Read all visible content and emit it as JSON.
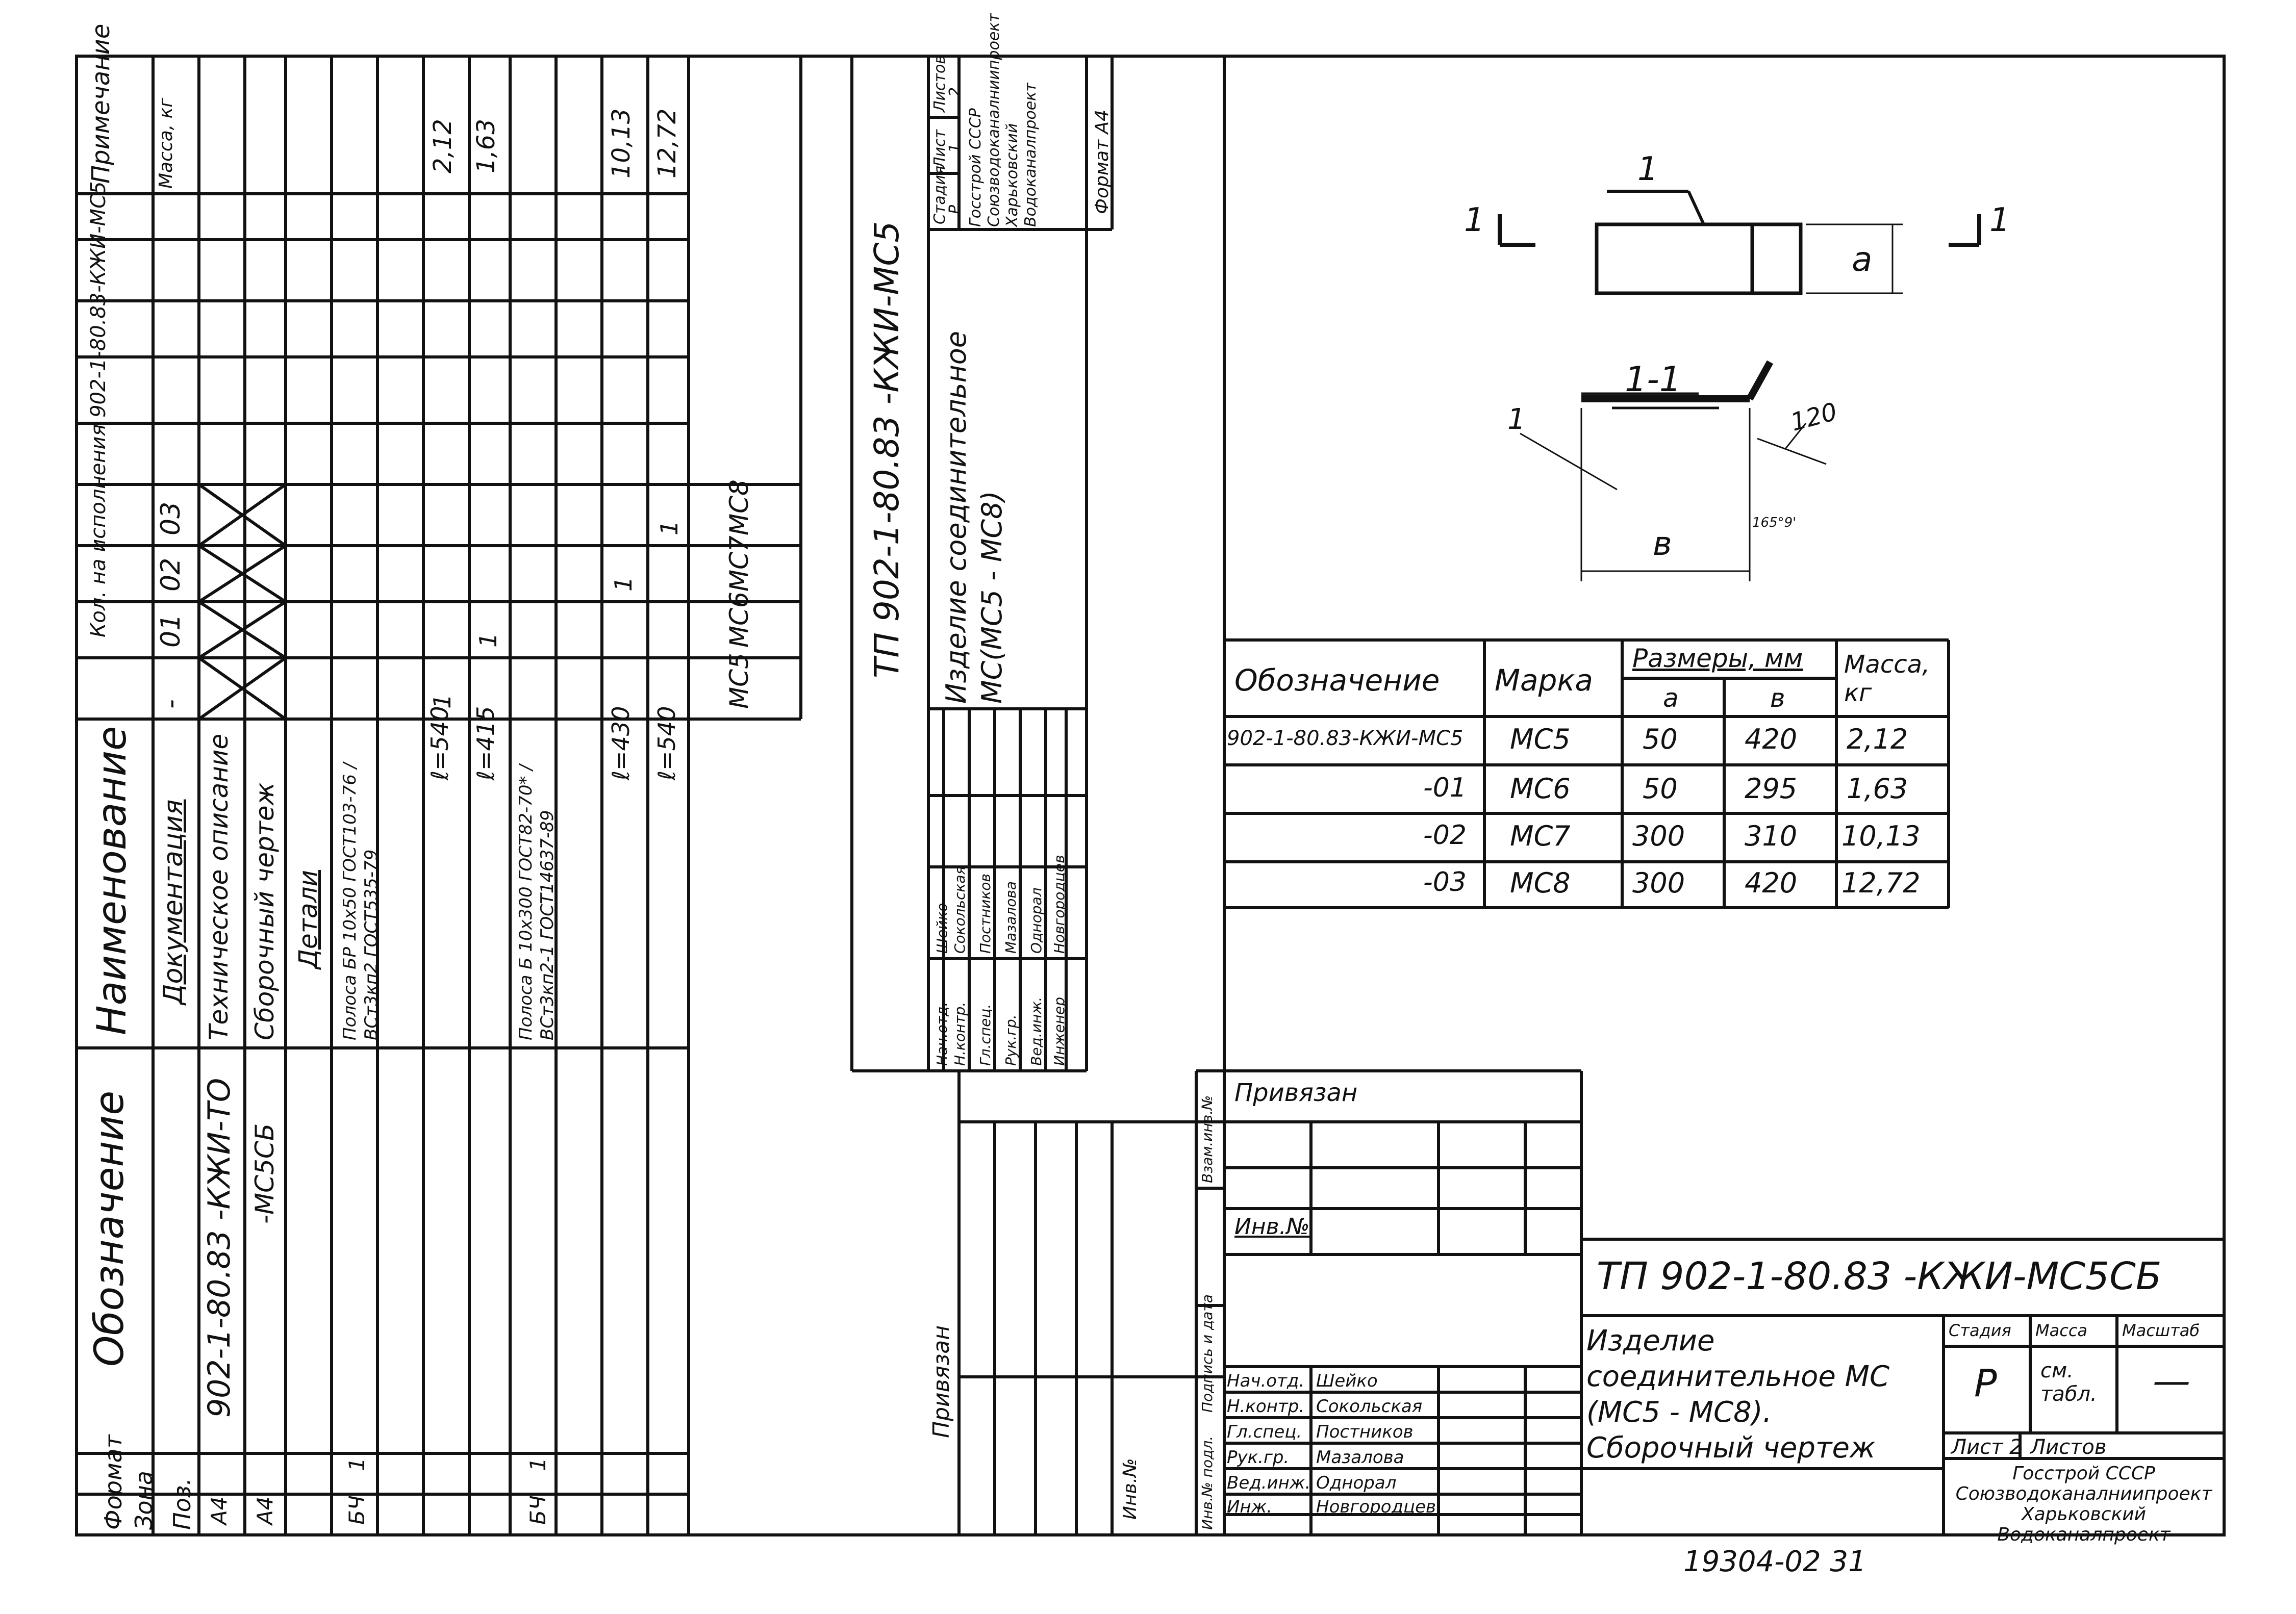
{
  "spec": {
    "headers": {
      "format": "Формат",
      "zone": "Зона",
      "pos": "Поз.",
      "designation": "Обозначение",
      "name": "Наименование",
      "qty_on_exec": "Кол. на исполнения 902-1-80.83-КЖИ-МС5",
      "note": "Примечание"
    },
    "exec_codes": [
      "-",
      "01",
      "02",
      "03"
    ],
    "rows": [
      {
        "format": "",
        "designation": "",
        "name": "Документация",
        "qty": [
          "",
          "",
          "",
          ""
        ],
        "note": "Масса, кг"
      },
      {
        "format": "А4",
        "designation": "902-1-80.83 -КЖИ-ТО",
        "name": "Техническое описание",
        "qty": [
          "",
          "",
          "",
          ""
        ],
        "note": ""
      },
      {
        "format": "А4",
        "designation": "-МС5СБ",
        "name": "Сборочный чертеж",
        "qty": [
          "",
          "",
          "",
          ""
        ],
        "note": ""
      },
      {
        "format": "",
        "designation": "",
        "name": "Детали",
        "qty": [
          "",
          "",
          "",
          ""
        ],
        "note": ""
      },
      {
        "format": "БЧ",
        "pos": "1",
        "designation": "",
        "name": "Полоса БР 10х50 ГОСТ103-76 / ВСт3кп2 ГОСТ535-79",
        "qty": [
          "",
          "",
          "",
          ""
        ],
        "note": ""
      },
      {
        "format": "",
        "designation": "",
        "name": "ℓ=540",
        "qty": [
          "1",
          "",
          "",
          ""
        ],
        "note": "2,12"
      },
      {
        "format": "",
        "designation": "",
        "name": "ℓ=415",
        "qty": [
          "",
          "1",
          "",
          ""
        ],
        "note": "1,63"
      },
      {
        "format": "БЧ",
        "pos": "1",
        "designation": "",
        "name": "Полоса Б 10х300 ГОСТ82-70* / ВСт3кп2-1 ГОСТ14637-89",
        "qty": [
          "",
          "",
          "",
          ""
        ],
        "note": ""
      },
      {
        "format": "",
        "designation": "",
        "name": "ℓ=430",
        "qty": [
          "",
          "",
          "1",
          ""
        ],
        "note": "10,13"
      },
      {
        "format": "",
        "designation": "",
        "name": "ℓ=540",
        "qty": [
          "",
          "",
          "",
          "1"
        ],
        "note": "12,72"
      }
    ],
    "marks": [
      "МС5",
      "МС6",
      "МС7",
      "МС8"
    ]
  },
  "left_stamp": {
    "code": "ТП 902-1-80.83   -КЖИ-МС5",
    "title": "Изделие соединительное МС(МС5 - МС8)",
    "stage_hdr": "Стадия",
    "sheet_hdr": "Лист",
    "sheets_hdr": "Листов",
    "stage": "Р",
    "sheet": "1",
    "sheets": "2",
    "org": "Госстрой СССР Союзводоканалниипроект Харьковский Водоканалпроект",
    "format": "Формат А4",
    "privyazan": "Привязан",
    "inv": "Инв.№",
    "signers": [
      {
        "role": "Нач.отд.",
        "name": "Шейко"
      },
      {
        "role": "Н.контр.",
        "name": "Сокольская"
      },
      {
        "role": "Гл.спец.",
        "name": "Постников"
      },
      {
        "role": "Рук.гр.",
        "name": "Мазалова"
      },
      {
        "role": "Вед.инж.",
        "name": "Однорал"
      },
      {
        "role": "Инженер",
        "name": "Новгородцев"
      }
    ]
  },
  "drawing": {
    "pos_label": "1",
    "section_mark": "1",
    "section_title": "1-1",
    "dim_a": "а",
    "dim_b": "в",
    "dim_120": "120",
    "angle": "165°9'"
  },
  "table": {
    "h_designation": "Обозначение",
    "h_mark": "Марка",
    "h_sizes": "Размеры, мм",
    "h_a": "а",
    "h_b": "в",
    "h_mass": "Масса, кг",
    "rows": [
      {
        "designation": "902-1-80.83-КЖИ-МС5",
        "mark": "МС5",
        "a": "50",
        "b": "420",
        "mass": "2,12"
      },
      {
        "designation": "-01",
        "mark": "МС6",
        "a": "50",
        "b": "295",
        "mass": "1,63"
      },
      {
        "designation": "-02",
        "mark": "МС7",
        "a": "300",
        "b": "310",
        "mass": "10,13"
      },
      {
        "designation": "-03",
        "mark": "МС8",
        "a": "300",
        "b": "420",
        "mass": "12,72"
      }
    ]
  },
  "side_labels": {
    "inv_podl": "Инв.№ подл.",
    "podp_data": "Подпись и дата",
    "vzam_inv": "Взам.инв.№"
  },
  "bottom_left": {
    "privyazan": "Привязан",
    "inv": "Инв.№"
  },
  "main_stamp": {
    "code": "ТП 902-1-80.83   -КЖИ-МС5СБ",
    "title": "Изделие соединительное МС (МС5 - МС8). Сборочный чертеж",
    "stage_hdr": "Стадия",
    "mass_hdr": "Масса",
    "scale_hdr": "Масштаб",
    "stage": "Р",
    "mass": "см. табл.",
    "scale": "—",
    "sheet_label": "Лист 2",
    "sheets_label": "Листов",
    "org": "Госстрой СССР Союзводоканалниипроект Харьковский Водоканалпроект",
    "signers": [
      {
        "role": "Нач.отд.",
        "name": "Шейко"
      },
      {
        "role": "Н.контр.",
        "name": "Сокольская"
      },
      {
        "role": "Гл.спец.",
        "name": "Постников"
      },
      {
        "role": "Рук.гр.",
        "name": "Мазалова"
      },
      {
        "role": "Вед.инж.",
        "name": "Однорал"
      },
      {
        "role": "Инж.",
        "name": "Новгородцев"
      }
    ]
  },
  "footer_number": "19304-02   31"
}
